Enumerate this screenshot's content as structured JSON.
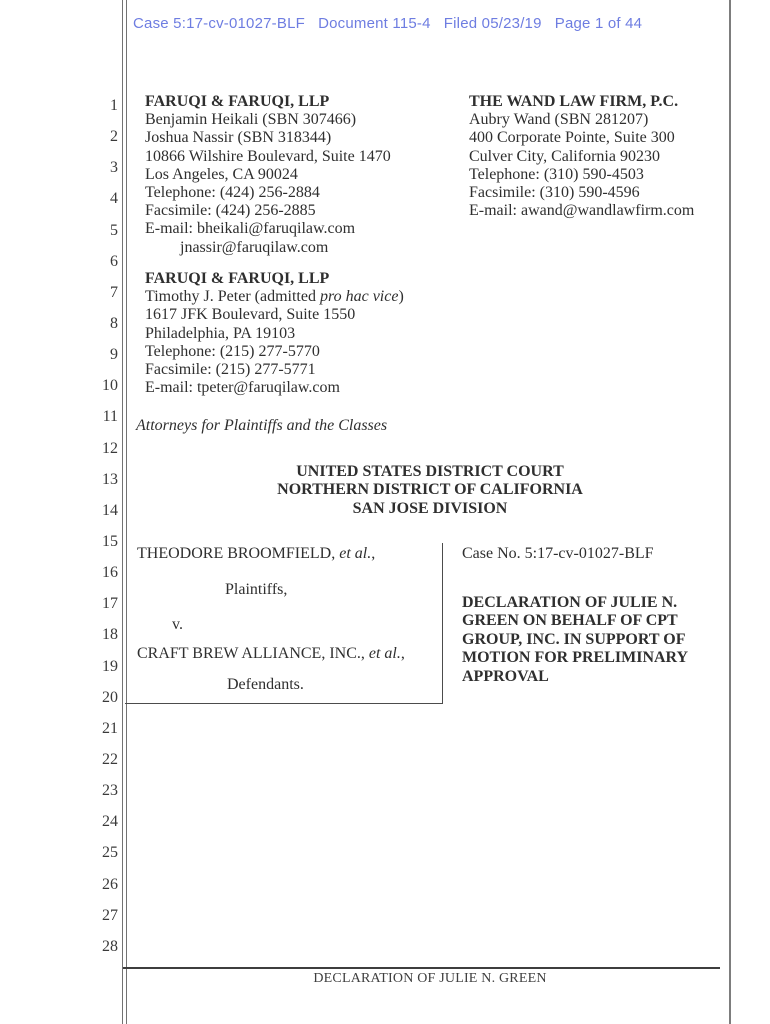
{
  "colors": {
    "stamp_blue": "#6e7de1",
    "body_text": "#2f2f2f",
    "rule_gray": "#737373"
  },
  "stamp": {
    "text": "Case 5:17-cv-01027-BLF   Document 115-4   Filed 05/23/19   Page 1 of 44"
  },
  "line_numbers": [
    "1",
    "2",
    "3",
    "4",
    "5",
    "6",
    "7",
    "8",
    "9",
    "10",
    "11",
    "12",
    "13",
    "14",
    "15",
    "16",
    "17",
    "18",
    "19",
    "20",
    "21",
    "22",
    "23",
    "24",
    "25",
    "26",
    "27",
    "28"
  ],
  "counsel": [
    {
      "firm": "FARUQI & FARUQI, LLP",
      "lines": [
        "Benjamin Heikali (SBN 307466)",
        "Joshua Nassir (SBN 318344)",
        "10866 Wilshire Boulevard, Suite 1470",
        "Los Angeles, CA 90024",
        "Telephone: (424) 256-2884",
        "Facsimile: (424) 256-2885",
        "E-mail: bheikali@faruqilaw.com"
      ],
      "email2": "jnassir@faruqilaw.com"
    },
    {
      "firm": "THE WAND LAW FIRM, P.C.",
      "lines": [
        "Aubry Wand (SBN 281207)",
        "400 Corporate Pointe, Suite 300",
        "Culver City, California 90230",
        "Telephone: (310) 590-4503",
        "Facsimile: (310) 590-4596",
        "E-mail: awand@wandlawfirm.com"
      ]
    },
    {
      "firm": "FARUQI & FARUQI, LLP",
      "attorney": {
        "pre": "Timothy J. Peter (admitted ",
        "italic": "pro hac vice",
        "post": ")"
      },
      "lines": [
        "1617 JFK Boulevard, Suite 1550",
        "Philadelphia, PA 19103",
        "Telephone: (215) 277-5770",
        "Facsimile: (215) 277-5771",
        "E-mail: tpeter@faruqilaw.com"
      ]
    }
  ],
  "attorneys_for": "Attorneys for Plaintiffs and the Classes",
  "court": {
    "line1": "UNITED STATES DISTRICT COURT",
    "line2": "NORTHERN DISTRICT OF CALIFORNIA",
    "line3": "SAN JOSE DIVISION"
  },
  "caption": {
    "plaintiff": {
      "pre": "THEODORE BROOMFIELD, ",
      "italic": "et al.",
      "post": ","
    },
    "plaintiffs_label": "Plaintiffs,",
    "versus": "v.",
    "defendant": {
      "pre": "CRAFT BREW ALLIANCE, INC., ",
      "italic": "et al.",
      "post": ","
    },
    "defendants_label": "Defendants.",
    "case_no": "Case No. 5:17-cv-01027-BLF",
    "title_lines": [
      "DECLARATION OF JULIE N.",
      "GREEN ON BEHALF OF CPT",
      "GROUP, INC. IN SUPPORT OF",
      "MOTION FOR PRELIMINARY",
      "APPROVAL"
    ]
  },
  "footer": {
    "text": "DECLARATION OF JULIE N. GREEN"
  }
}
